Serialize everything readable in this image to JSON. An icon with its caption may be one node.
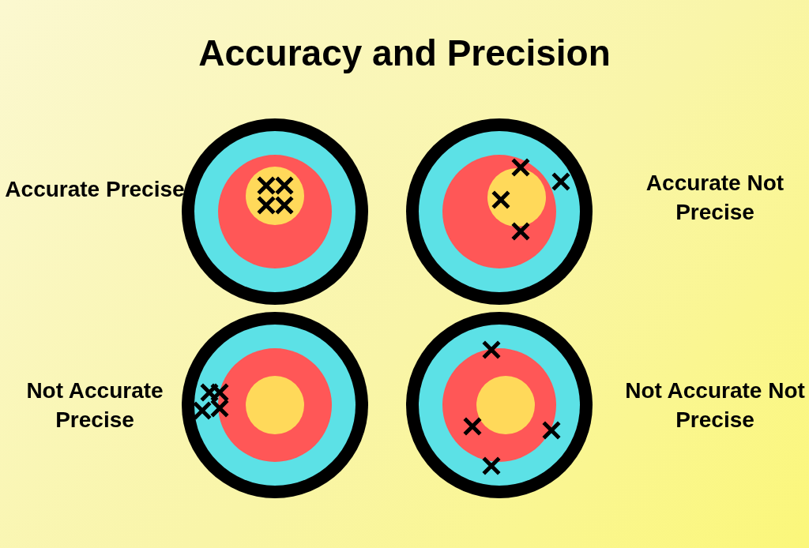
{
  "diagram": {
    "title": "Accuracy and Precision",
    "labels": [
      "Accurate Precise",
      "Accurate Not Precise",
      "Not Accurate Precise",
      "Not Accurate Not Precise"
    ]
  }
}
